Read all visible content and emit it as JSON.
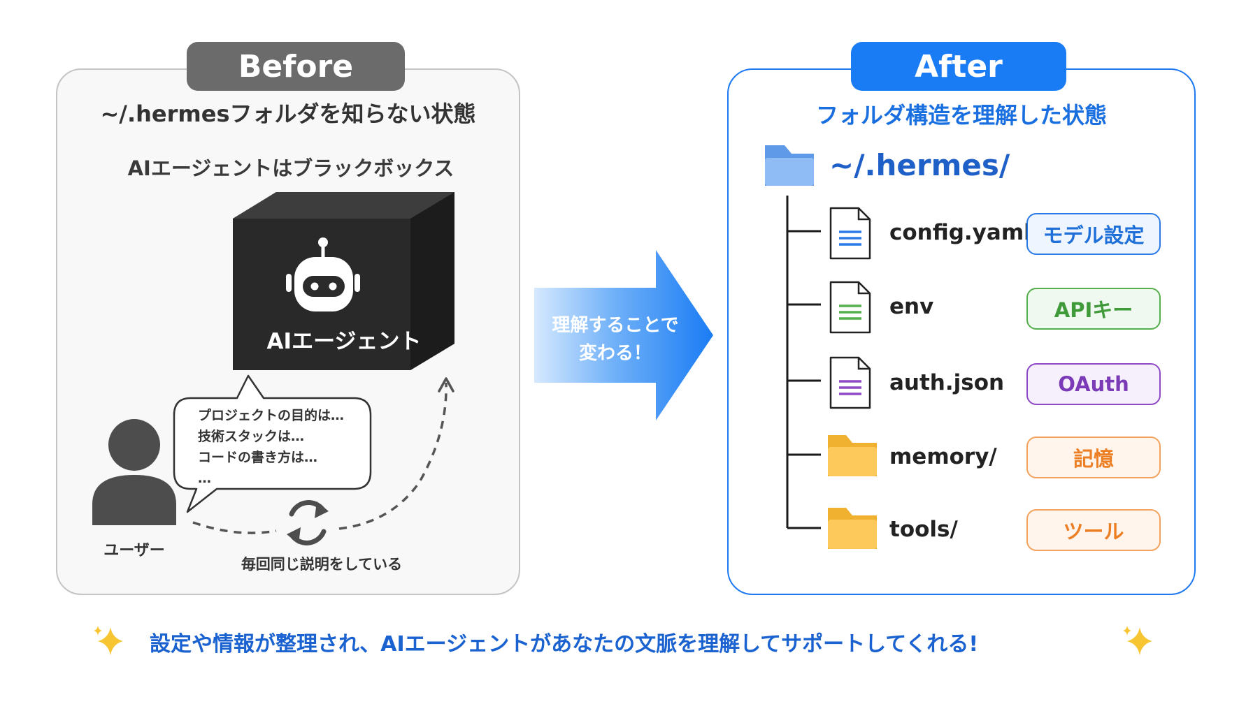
{
  "before": {
    "badge": "Before",
    "title": "~/.hermesフォルダを知らない状態",
    "subtitle": "AIエージェントはブラックボックス",
    "agent_label": "AIエージェント",
    "bubble_lines": [
      "プロジェクトの目的は…",
      "技術スタックは…",
      "コードの書き方は…",
      "…"
    ],
    "user_label": "ユーザー",
    "cycle_label": "毎回同じ説明をしている"
  },
  "middle": {
    "arrow_line1": "理解することで",
    "arrow_line2": "変わる！"
  },
  "after": {
    "badge": "After",
    "title": "フォルダ構造を理解した状態",
    "root": "~/.hermes/",
    "items": [
      {
        "name": "config.yaml",
        "tag": "モデル設定",
        "icon": "document-icon",
        "color": "#2a7ae6"
      },
      {
        "name": "env",
        "tag": "APIキー",
        "icon": "document-icon",
        "color": "#54b04c"
      },
      {
        "name": "auth.json",
        "tag": "OAuth",
        "icon": "document-icon",
        "color": "#8d49c6"
      },
      {
        "name": "memory/",
        "tag": "記憶",
        "icon": "folder-icon",
        "color": "#f2a25c"
      },
      {
        "name": "tools/",
        "tag": "ツール",
        "icon": "folder-icon",
        "color": "#f2a25c"
      }
    ]
  },
  "bottom": {
    "message": "設定や情報が整理され、AIエージェントがあなたの文脈を理解してサポートしてくれる!"
  },
  "colors": {
    "accent": "#1a7cf4",
    "before_badge": "#6b6b6b",
    "cube": "#2a2a2a"
  }
}
